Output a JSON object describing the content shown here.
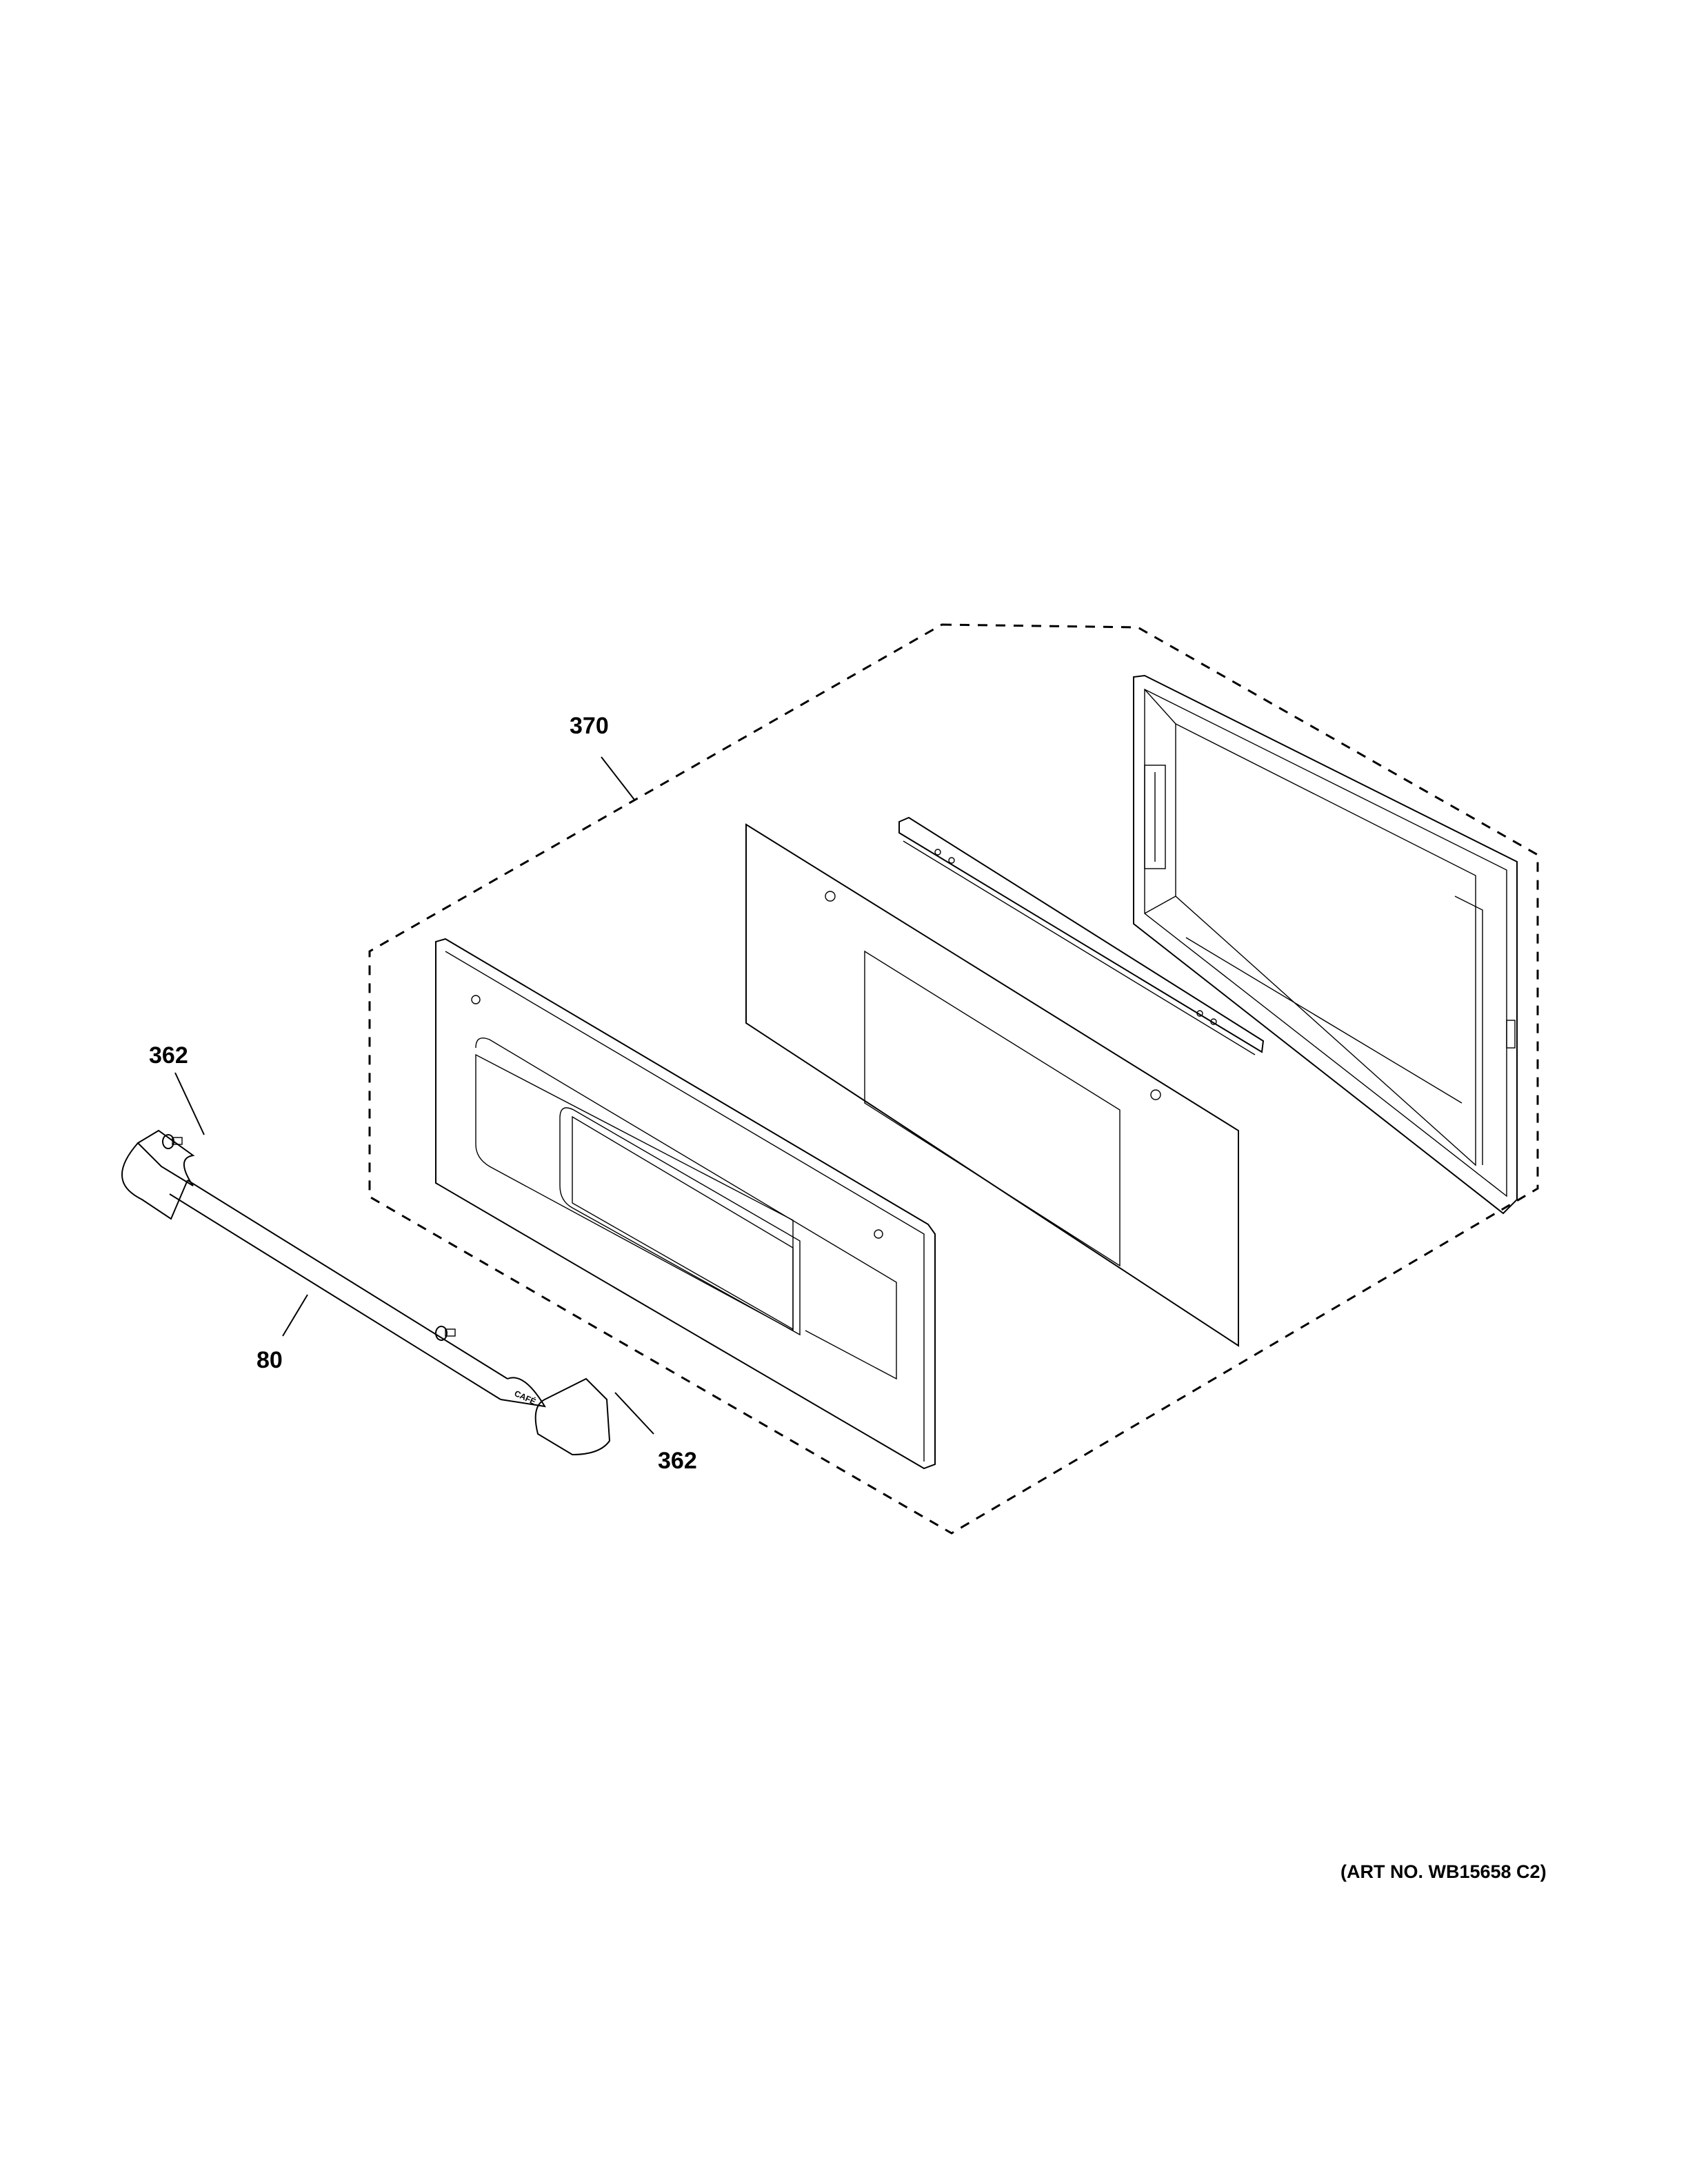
{
  "diagram": {
    "callouts": [
      {
        "id": "370",
        "part": "door-assembly"
      },
      {
        "id": "362",
        "part": "screw-upper"
      },
      {
        "id": "362",
        "part": "screw-lower"
      },
      {
        "id": "80",
        "part": "handle"
      }
    ],
    "handle_logo": "CAFÉ",
    "art_number": "(ART NO. WB15658 C2)",
    "line_color": "#000000",
    "background": "#ffffff"
  }
}
